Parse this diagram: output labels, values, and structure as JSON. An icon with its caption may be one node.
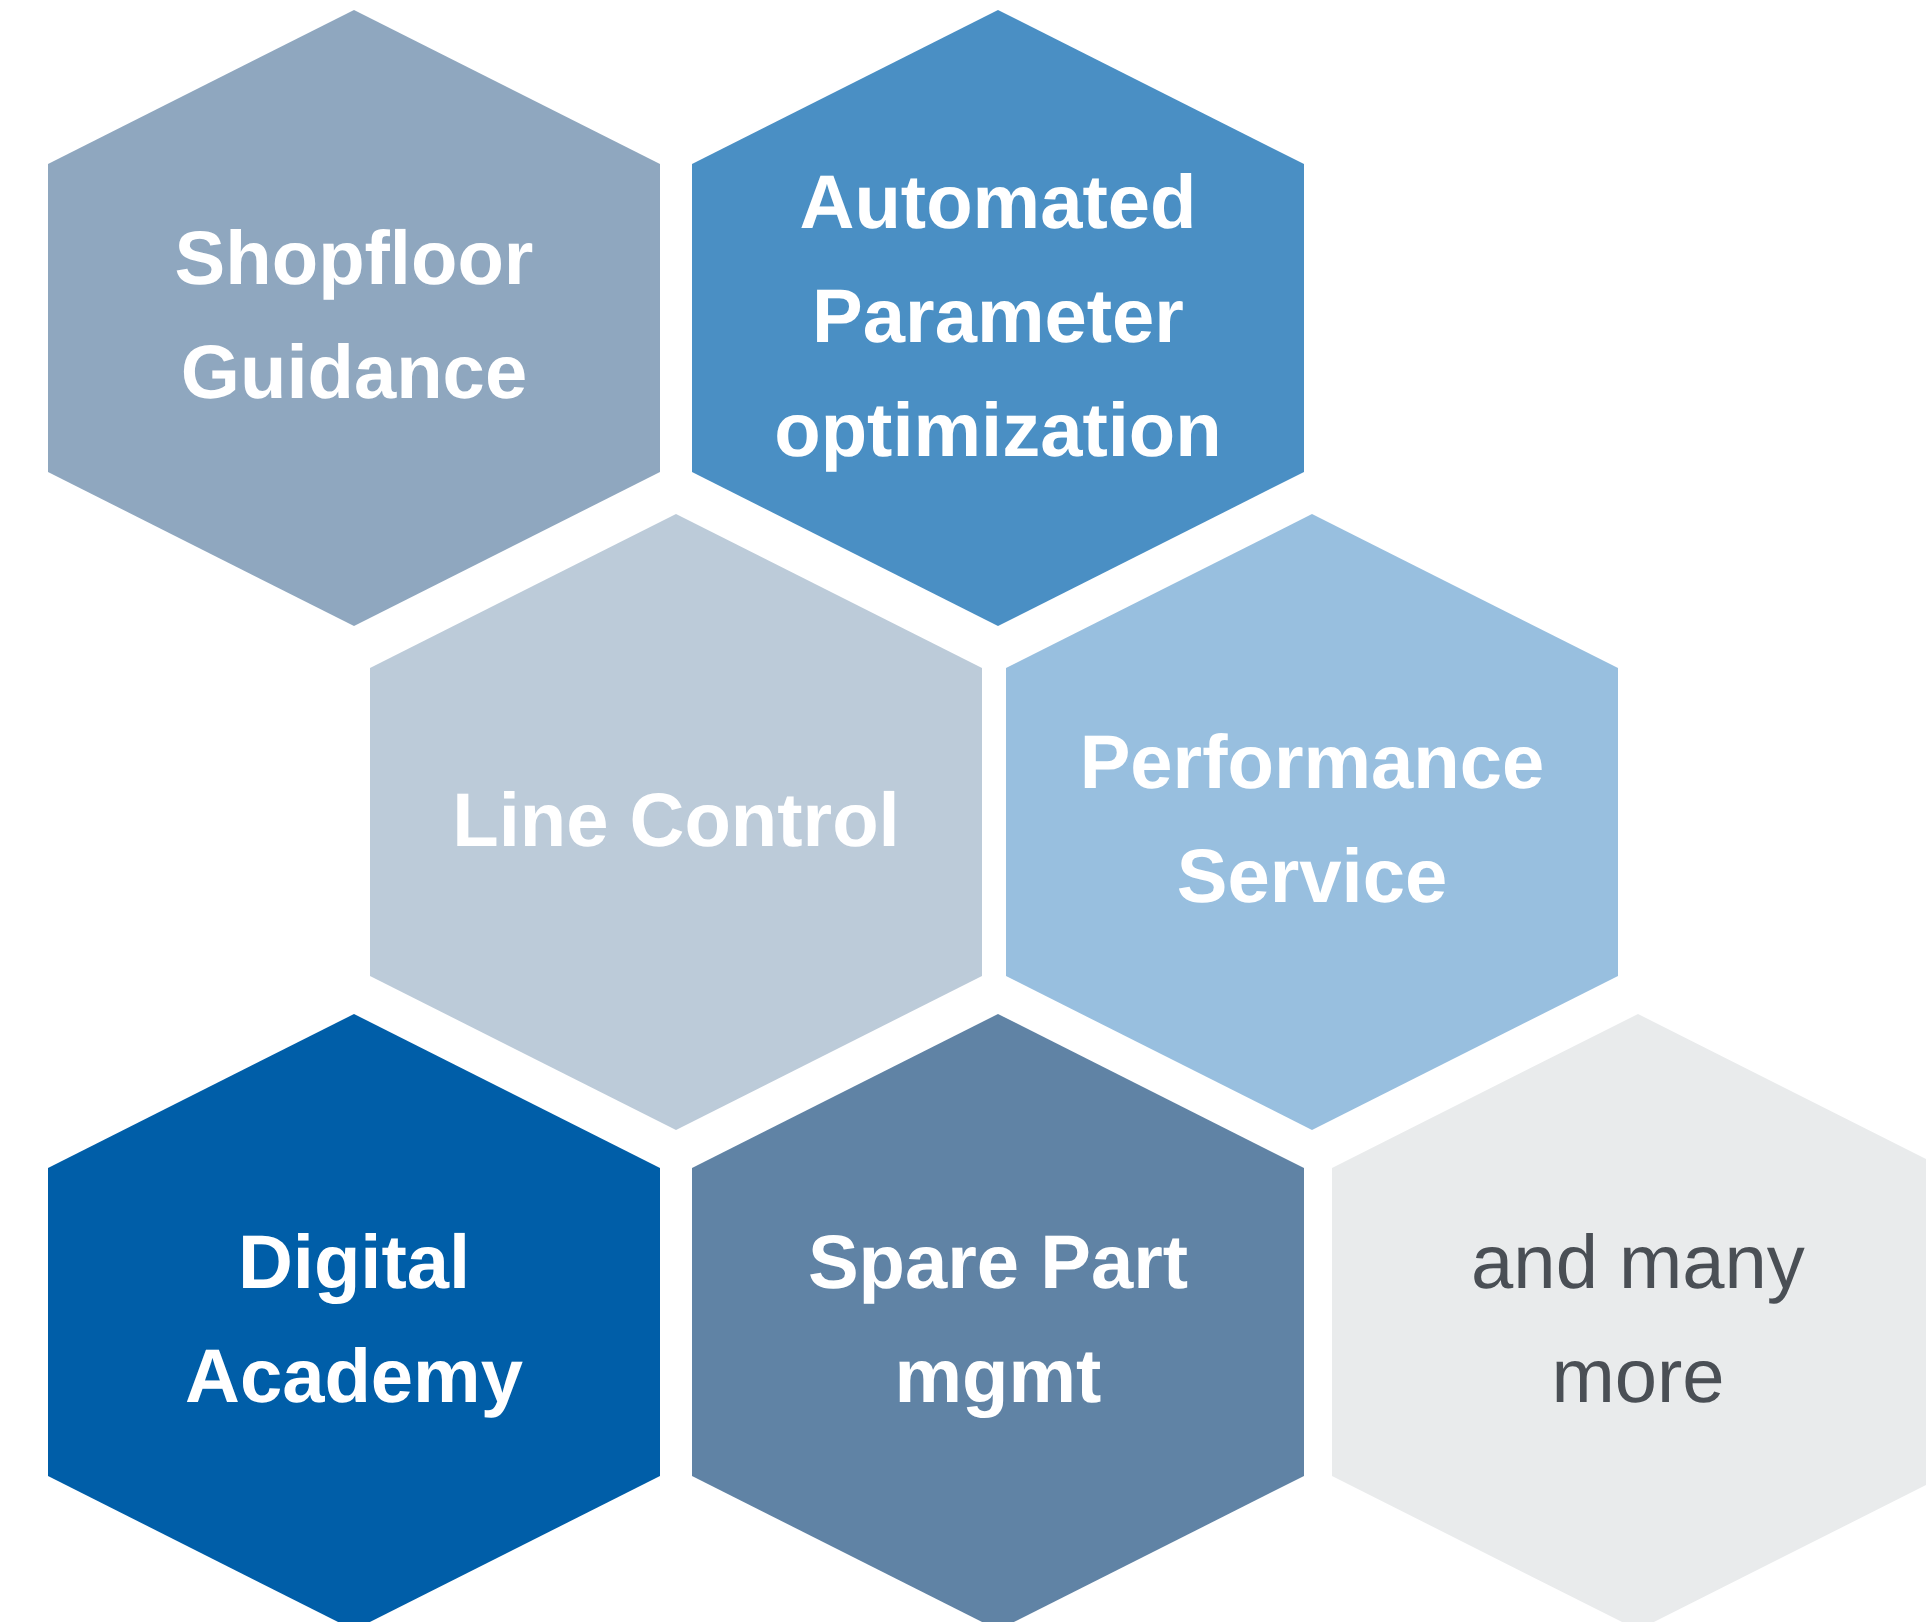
{
  "diagram": {
    "nodes": [
      {
        "text": [
          "Shopfloor Guidance"
        ]
      },
      {
        "text": [
          "Automated Parameter optimization"
        ]
      },
      {
        "text": [
          "Line Control"
        ]
      },
      {
        "text": [
          "Performance Service"
        ]
      },
      {
        "text": [
          "Digital Academy"
        ]
      },
      {
        "text": [
          "Spare Part mgmt"
        ]
      },
      {
        "text": [
          "and many more"
        ]
      }
    ]
  }
}
